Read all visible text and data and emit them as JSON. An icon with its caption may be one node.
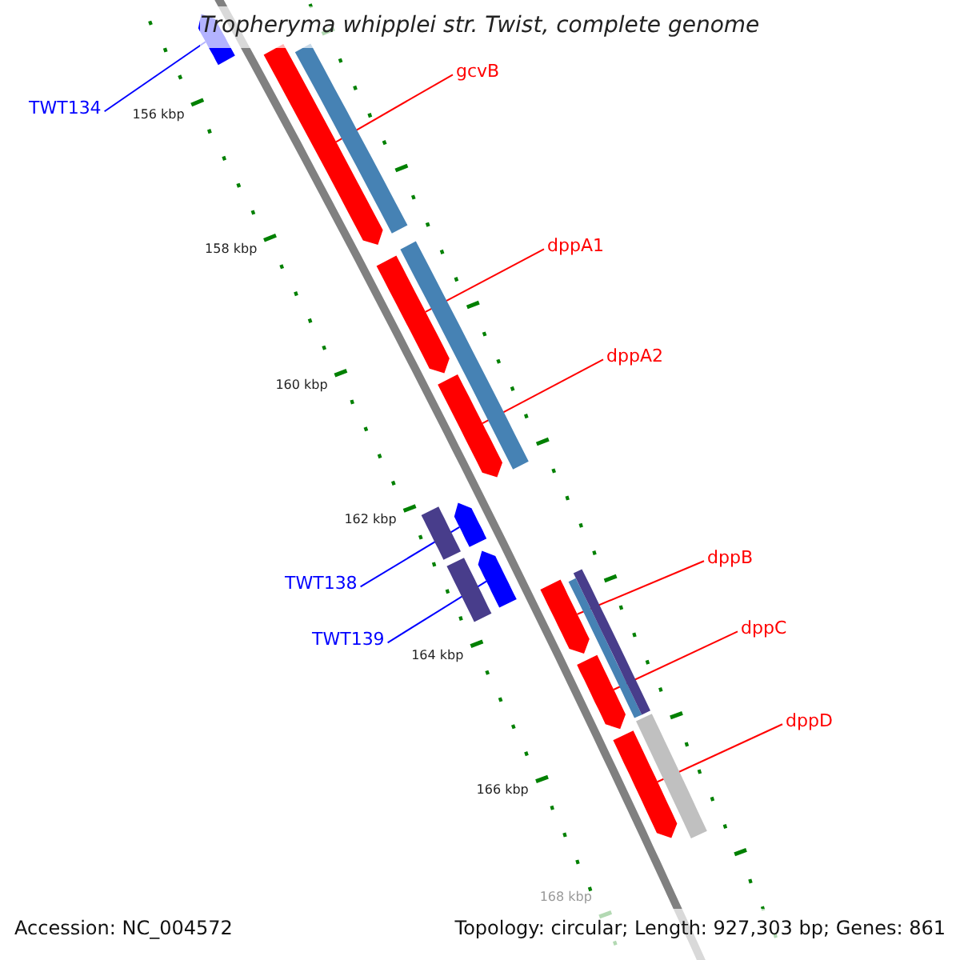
{
  "diagram": {
    "title": "Tropheryma whipplei str. Twist, complete genome",
    "nodes": [
      {
        "text": [
          "TWT134"
        ]
      },
      {
        "text": [
          "gcvB"
        ]
      },
      {
        "text": [
          "dppA1"
        ]
      },
      {
        "text": [
          "dppA2"
        ]
      },
      {
        "text": [
          "TWT138"
        ]
      },
      {
        "text": [
          "TWT139"
        ]
      },
      {
        "text": [
          "dppB"
        ]
      },
      {
        "text": [
          "dppC"
        ]
      },
      {
        "text": [
          "dppD"
        ]
      },
      {
        "text": [],
        "shape": "bar"
      },
      {
        "text": [],
        "shape": "bar"
      },
      {
        "text": [],
        "shape": "bar"
      },
      {
        "text": [],
        "shape": "bar"
      },
      {
        "text": [],
        "shape": "bar"
      },
      {
        "text": [],
        "shape": "bar"
      },
      {
        "text": [],
        "shape": "bar"
      },
      {
        "text": [],
        "shape": "bar"
      },
      {
        "text": [],
        "shape": "bar"
      }
    ],
    "edges": [
      {
        "from": 0,
        "to": 9,
        "arrow": "none",
        "color": "#0000ff"
      },
      {
        "from": 1,
        "to": 10,
        "arrow": "none"
      },
      {
        "from": 2,
        "to": 11,
        "arrow": "none"
      },
      {
        "from": 3,
        "to": 12,
        "arrow": "none"
      },
      {
        "from": 4,
        "to": 13,
        "arrow": "none",
        "color": "#0000ff"
      },
      {
        "from": 5,
        "to": 14,
        "arrow": "none",
        "color": "#0000ff"
      },
      {
        "from": 6,
        "to": 15,
        "arrow": "none"
      },
      {
        "from": 7,
        "to": 16,
        "arrow": "none"
      },
      {
        "from": 8,
        "to": 17,
        "arrow": "none"
      }
    ],
    "labels": [
      "156 kbp",
      "158 kbp",
      "160 kbp",
      "162 kbp",
      "164 kbp",
      "166 kbp",
      "168 kbp",
      "Accession: NC_004572",
      "Topology: circular; Length: 927,303 bp; Genes: 861"
    ]
  }
}
